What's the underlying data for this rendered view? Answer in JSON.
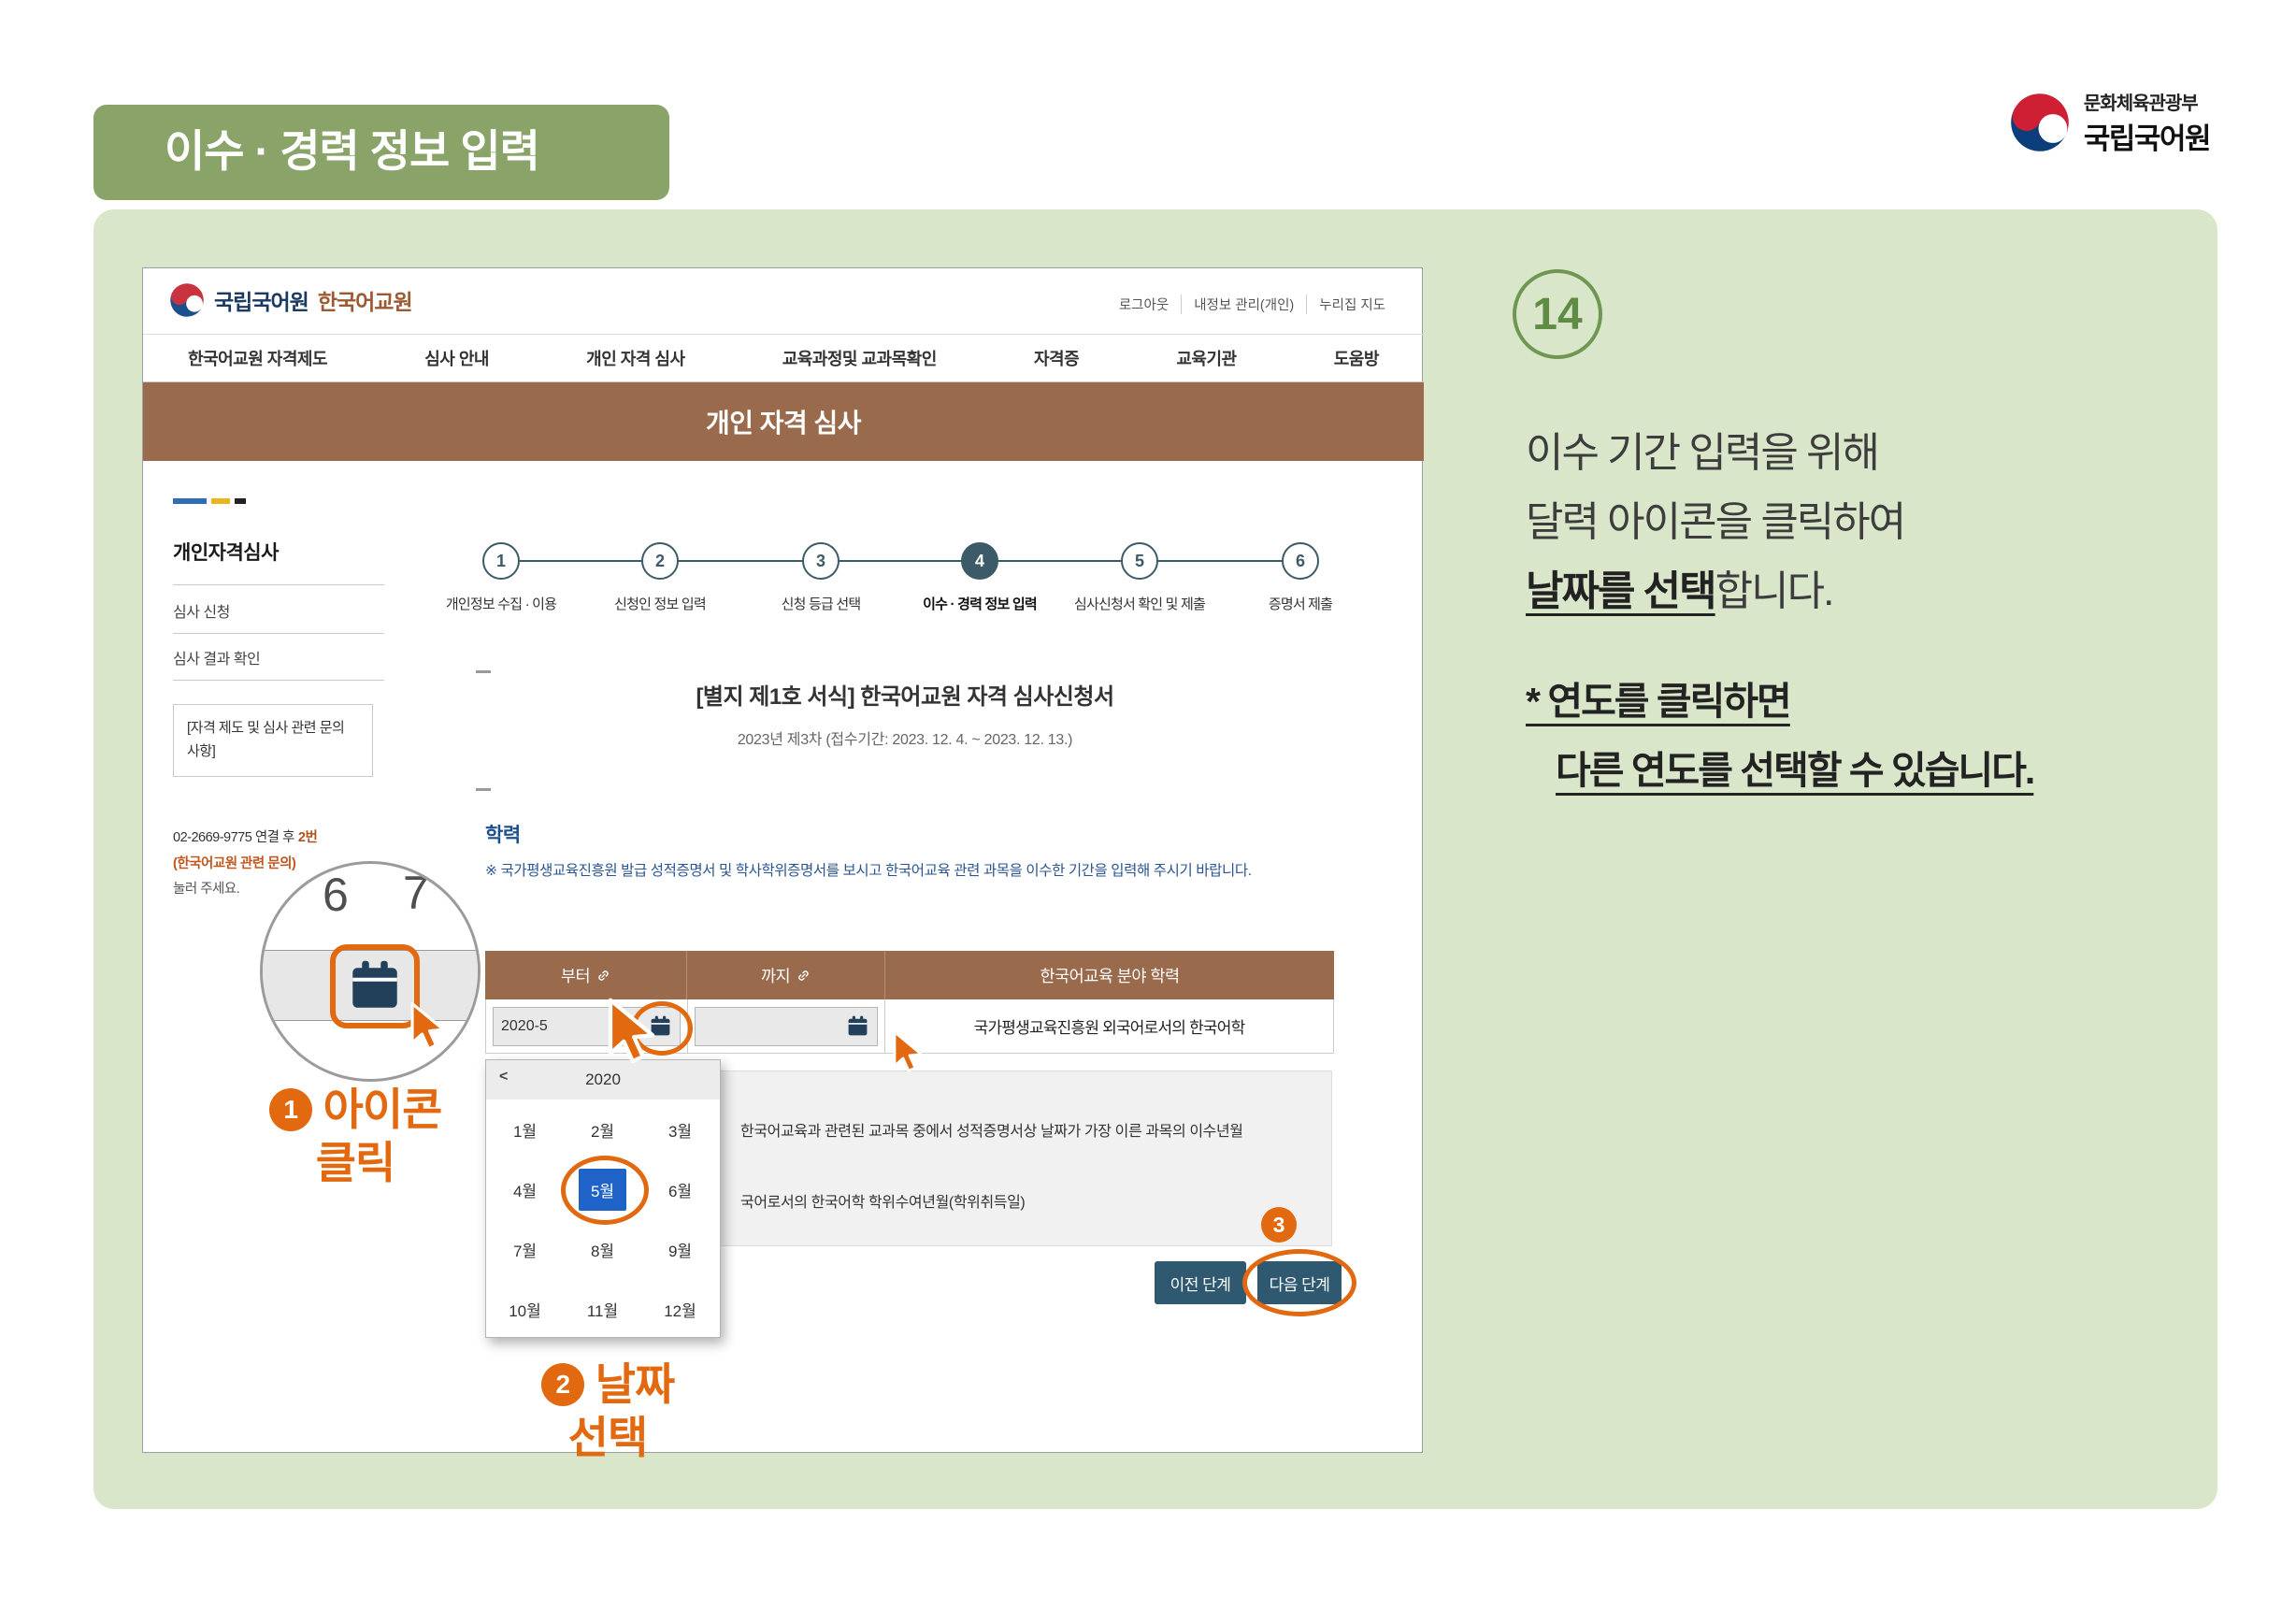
{
  "header": {
    "title_banner": "이수 · 경력 정보 입력",
    "logo_ministry": "문화체육관광부",
    "logo_institute": "국립국어원"
  },
  "instructions": {
    "step_number": "14",
    "line1": "이수 기간 입력을 위해",
    "line2": "달력 아이콘을 클릭하여",
    "line3_emphasis": "날짜를 선택",
    "line3_rest": "합니다.",
    "note1": "* 연도를 클릭하면",
    "note2": "다른 연도를 선택할 수 있습니다."
  },
  "annotations": {
    "step1_num": "1",
    "step1_label": "아이콘",
    "step1_label2": "클릭",
    "step2_num": "2",
    "step2_label": "날짜",
    "step2_label2": "선택",
    "step3_num": "3",
    "mag_num1": "6",
    "mag_num2": "7"
  },
  "site": {
    "logo_part1": "국립국어원",
    "logo_part2": "한국어교원",
    "top_links": [
      "로그아웃",
      "내정보 관리(개인)",
      "누리집 지도"
    ],
    "nav": [
      "한국어교원 자격제도",
      "심사 안내",
      "개인 자격 심사",
      "교육과정및 교과목확인",
      "자격증",
      "교육기관",
      "도움방"
    ],
    "page_banner": "개인 자격 심사",
    "sidebar": {
      "title": "개인자격심사",
      "item1": "심사 신청",
      "item2": "심사 결과 확인",
      "notice": "[자격 제도 및 심사 관련 문의 사항]",
      "phone_prefix": "02-2669-9775 연결 후",
      "phone_emphasis": "2번",
      "phone_note": "(한국어교원 관련 문의)",
      "phone_note2": "눌러 주세요."
    },
    "stepper": [
      {
        "num": "1",
        "label": "개인정보 수집 · 이용"
      },
      {
        "num": "2",
        "label": "신청인 정보 입력"
      },
      {
        "num": "3",
        "label": "신청 등급 선택"
      },
      {
        "num": "4",
        "label": "이수 · 경력 정보 입력"
      },
      {
        "num": "5",
        "label": "심사신청서 확인 및 제출"
      },
      {
        "num": "6",
        "label": "증명서 제출"
      }
    ],
    "form": {
      "title": "[별지 제1호 서식] 한국어교원 자격 심사신청서",
      "subtitle": "2023년 제3차 (접수기간: 2023. 12. 4. ~ 2023. 12. 13.)",
      "section_title": "학력",
      "section_note": "※ 국가평생교육진흥원 발급 성적증명서 및 학사학위증명서를 보시고 한국어교육 관련 과목을 이수한 기간을 입력해 주시기 바랍니다.",
      "table": {
        "col_from": "부터",
        "col_to": "까지",
        "col_detail": "한국어교육 분야 학력",
        "from_value": "2020-5",
        "to_value": "",
        "detail_value": "국가평생교육진흥원 외국어로서의 한국어학"
      },
      "info_line1": "한국어교육과 관련된 교과목 중에서 성적증명서상 날짜가 가장 이른 과목의 이수년월",
      "info_line2": "국어로서의 한국어학 학위수여년월(학위취득일)",
      "prev_button": "이전 단계",
      "next_button": "다음 단계"
    },
    "datepicker": {
      "prev": "<",
      "year": "2020",
      "months": [
        "1월",
        "2월",
        "3월",
        "4월",
        "5월",
        "6월",
        "7월",
        "8월",
        "9월",
        "10월",
        "11월",
        "12월"
      ],
      "selected_month": "5월"
    }
  },
  "colors": {
    "accent_orange": "#e2690f",
    "banner_green": "#8aa369",
    "panel_green": "#d9e6c9",
    "brown": "#9a6a4c",
    "navy": "#3d5a68",
    "selected_blue": "#1f63c8",
    "step_green": "#6d9753"
  }
}
